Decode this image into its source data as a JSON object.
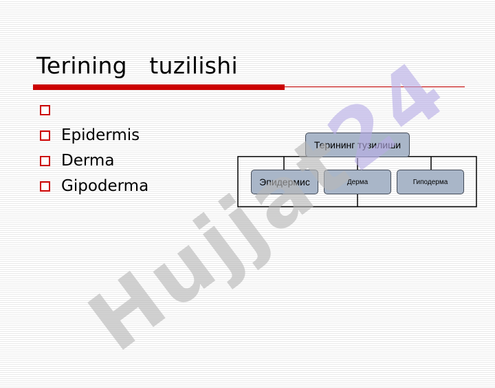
{
  "slide": {
    "title": "Terining   tuzilishi",
    "bullets": [
      "",
      "Epidermis",
      "Derma",
      "Gipoderma"
    ]
  },
  "diagram": {
    "root": "Терининг тузилиши",
    "children": [
      "Эпидермис",
      "Дерма",
      "Гиподерма"
    ]
  },
  "watermark": {
    "text": "Hujjat",
    "number": "24"
  },
  "colors": {
    "accent": "#cc0000",
    "node_fill": "#a9b6c8",
    "node_border": "#404855"
  }
}
